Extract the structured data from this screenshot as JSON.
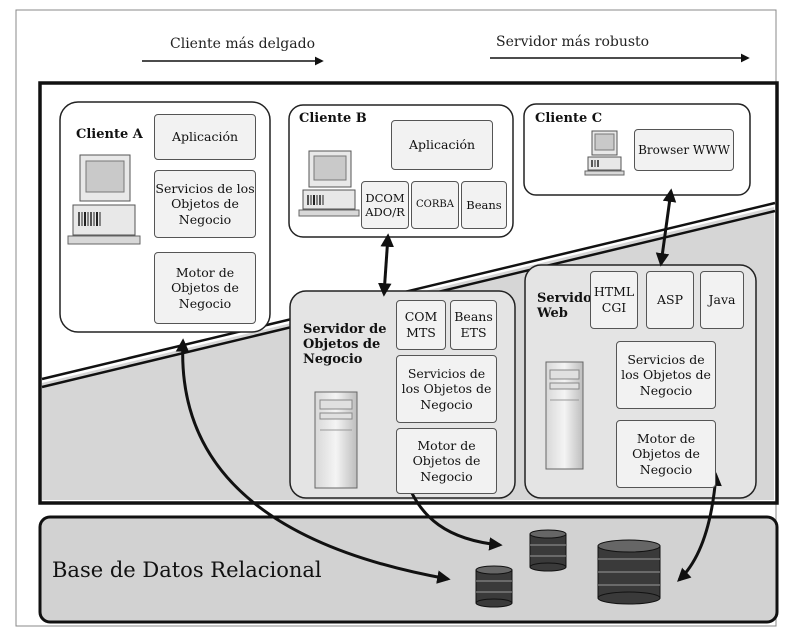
{
  "header": {
    "left_label": "Cliente más delgado",
    "right_label": "Servidor más robusto"
  },
  "cliente_a": {
    "title": "Cliente A",
    "aplicacion": "Aplicación",
    "servicios": "Servicios de los Objetos de Negocio",
    "motor": "Motor de Objetos de Negocio"
  },
  "cliente_b": {
    "title": "Cliente B",
    "aplicacion": "Aplicación",
    "dcom": "DCOM ADO/R",
    "corba": "CORBA",
    "beans": "Beans"
  },
  "cliente_c": {
    "title": "Cliente C",
    "browser": "Browser WWW"
  },
  "servidor_objetos": {
    "title": "Servidor de Objetos de Negocio",
    "com": "COM MTS",
    "beans": "Beans ETS",
    "servicios": "Servicios de los Objetos de Negocio",
    "motor": "Motor de Objetos de Negocio"
  },
  "servidor_web": {
    "title": "Servidor Web",
    "html": "HTML CGI",
    "asp": "ASP",
    "java": "Java",
    "servicios": "Servicios de los Objetos de Negocio",
    "motor": "Motor de Objetos de Negocio"
  },
  "database": {
    "title": "Base de Datos Relacional"
  }
}
